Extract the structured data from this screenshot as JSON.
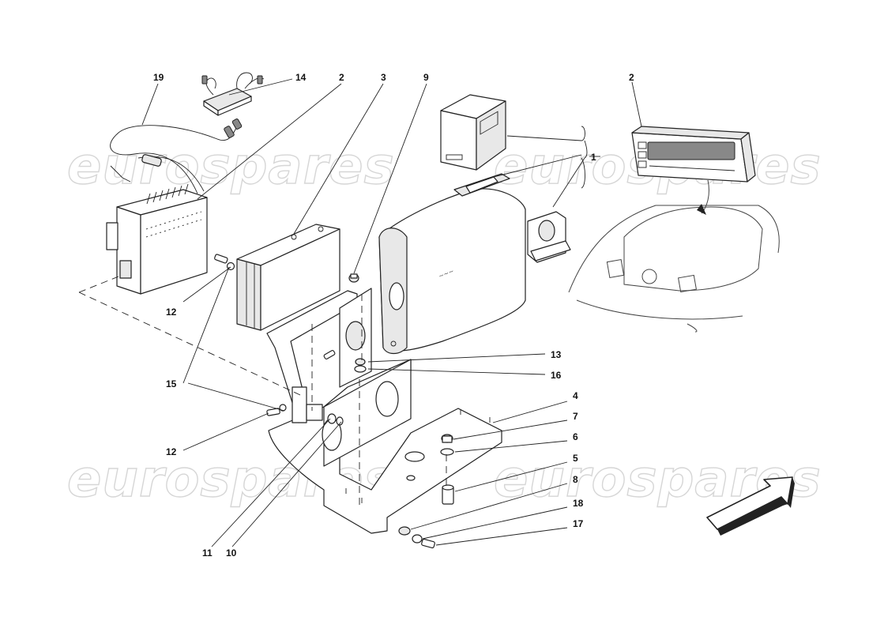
{
  "watermarks": [
    "eurospares",
    "eurospares",
    "eurospares",
    "eurospares"
  ],
  "callouts": [
    {
      "id": "c19",
      "label": "19"
    },
    {
      "id": "c14",
      "label": "14"
    },
    {
      "id": "c2a",
      "label": "2"
    },
    {
      "id": "c3",
      "label": "3"
    },
    {
      "id": "c9",
      "label": "9"
    },
    {
      "id": "c2b",
      "label": "2"
    },
    {
      "id": "c1",
      "label": "1"
    },
    {
      "id": "c12a",
      "label": "12"
    },
    {
      "id": "c13",
      "label": "13"
    },
    {
      "id": "c16",
      "label": "16"
    },
    {
      "id": "c15",
      "label": "15"
    },
    {
      "id": "c4",
      "label": "4"
    },
    {
      "id": "c7",
      "label": "7"
    },
    {
      "id": "c6",
      "label": "6"
    },
    {
      "id": "c12b",
      "label": "12"
    },
    {
      "id": "c5",
      "label": "5"
    },
    {
      "id": "c8",
      "label": "8"
    },
    {
      "id": "c18",
      "label": "18"
    },
    {
      "id": "c17",
      "label": "17"
    },
    {
      "id": "c11",
      "label": "11"
    },
    {
      "id": "c10",
      "label": "10"
    }
  ],
  "direction_arrow": {
    "icon": "direction-arrow-icon"
  },
  "colors": {
    "line": "#222222",
    "watermark": "#d6d6d6",
    "background": "#ffffff"
  }
}
